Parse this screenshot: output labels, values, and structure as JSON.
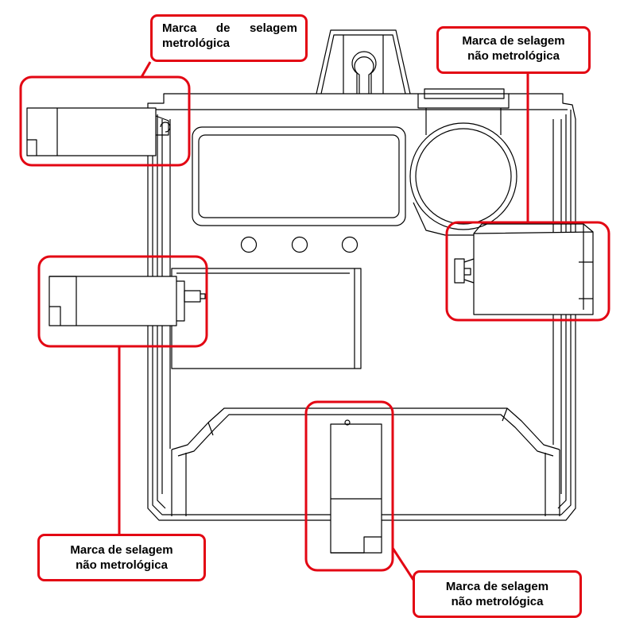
{
  "labels": {
    "top_left": {
      "line1": "Marca de selagem",
      "line2": "metrológica"
    },
    "top_right": {
      "line1": "Marca de selagem",
      "line2": "não metrológica"
    },
    "bottom_left": {
      "line1": "Marca de selagem",
      "line2": "não metrológica"
    },
    "bottom_right": {
      "line1": "Marca de selagem",
      "line2": "não metrológica"
    }
  },
  "colors": {
    "highlight": "#e30613",
    "outline": "#000000",
    "background": "#ffffff"
  }
}
